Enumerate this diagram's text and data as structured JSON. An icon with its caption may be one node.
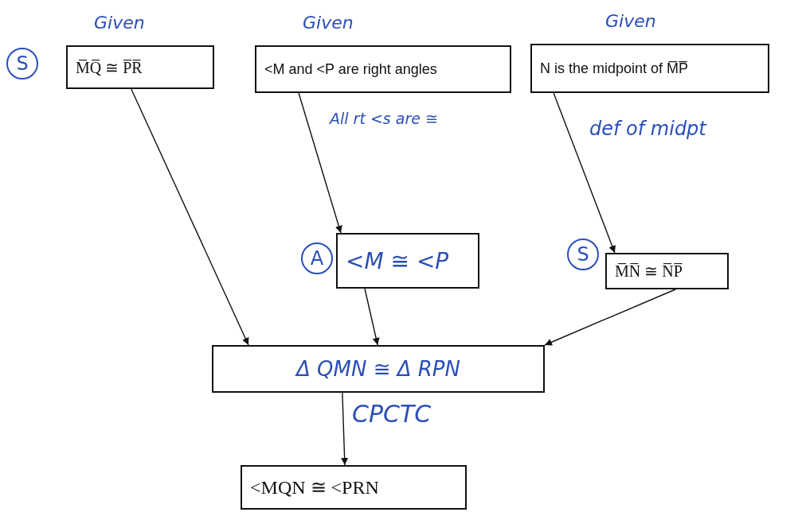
{
  "diagram": {
    "nodes": [
      {
        "text": [
          "M̅Q̅ ≅ P̅R̅"
        ],
        "beside": [
          "Given",
          "S"
        ]
      },
      {
        "text": [
          "<M and <P are right angles"
        ],
        "beside": [
          "Given"
        ]
      },
      {
        "text": [
          "N is the midpoint of M̅P̅"
        ],
        "beside": [
          "Given"
        ]
      },
      {
        "text": [
          "<M ≅ <P"
        ],
        "beside": [
          "A"
        ]
      },
      {
        "text": [
          "M̅N̅ ≅ N̅P̅"
        ],
        "beside": [
          "S"
        ]
      },
      {
        "text": [
          "Δ QMN ≅ Δ RPN"
        ]
      },
      {
        "text": [
          "<MQN ≅ <PRN"
        ]
      }
    ],
    "edges": [
      {
        "from": 0,
        "to": 5,
        "arrow": "to"
      },
      {
        "from": 1,
        "to": 3,
        "arrow": "to",
        "label": "All rt <s are ≅"
      },
      {
        "from": 2,
        "to": 4,
        "arrow": "to",
        "label": "def of midpt"
      },
      {
        "from": 3,
        "to": 5,
        "arrow": "to"
      },
      {
        "from": 4,
        "to": 5,
        "arrow": "to"
      },
      {
        "from": 5,
        "to": 6,
        "arrow": "to",
        "label": "CPCTC"
      }
    ]
  }
}
